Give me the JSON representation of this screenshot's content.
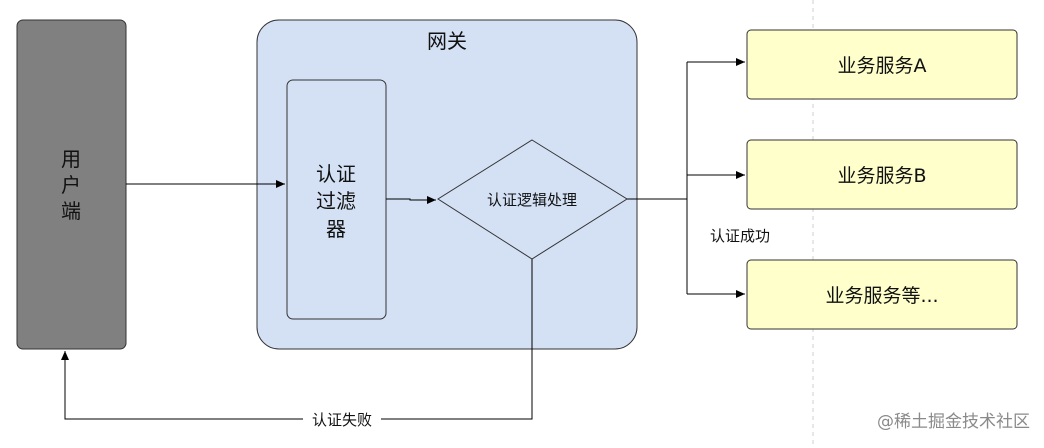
{
  "nodes": {
    "client": {
      "label_line1": "用",
      "label_line2": "户",
      "label_line3": "端"
    },
    "gateway": {
      "label": "网关"
    },
    "auth_filter": {
      "label_line1": "认证",
      "label_line2": "过滤",
      "label_line3": "器"
    },
    "auth_logic": {
      "label": "认证逻辑处理"
    },
    "service_a": {
      "label": "业务服务A"
    },
    "service_b": {
      "label": "业务服务B"
    },
    "service_etc": {
      "label": "业务服务等..."
    }
  },
  "edges": {
    "success_label": "认证成功",
    "failure_label": "认证失败"
  },
  "watermark": "@稀土掘金技术社区",
  "colors": {
    "client_fill": "#808080",
    "gateway_fill": "#d4e1f5",
    "service_fill": "#ffffcc",
    "stroke": "#000000"
  }
}
